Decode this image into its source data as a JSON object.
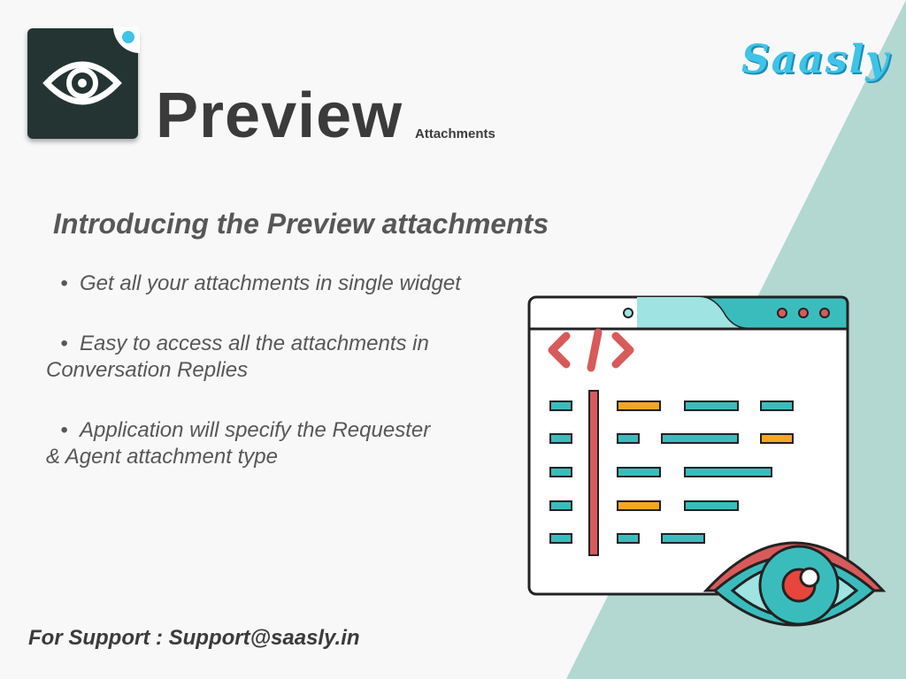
{
  "app": {
    "name": "Preview",
    "tagline": "Attachments",
    "brand": "Saasly"
  },
  "content": {
    "heading": "Introducing the Preview attachments",
    "bullets": [
      {
        "line1": "Get all your attachments in single widget",
        "line2": ""
      },
      {
        "line1": "Easy to access all the attachments in",
        "line2": "Conversation Replies"
      },
      {
        "line1": "Application will specify the Requester",
        "line2": "& Agent attachment type"
      }
    ],
    "support": "For Support : Support@saasly.in"
  },
  "icons": [
    "eye-icon",
    "code-icon",
    "browser-window-icon"
  ],
  "colors": {
    "background": "#f8f8f8",
    "wedge": "#b3d7d1",
    "icon_bg": "#233432",
    "brand": "#3fc3e8",
    "teal": "#3bbcbc",
    "orange": "#f5a623",
    "red": "#d85a5a"
  }
}
